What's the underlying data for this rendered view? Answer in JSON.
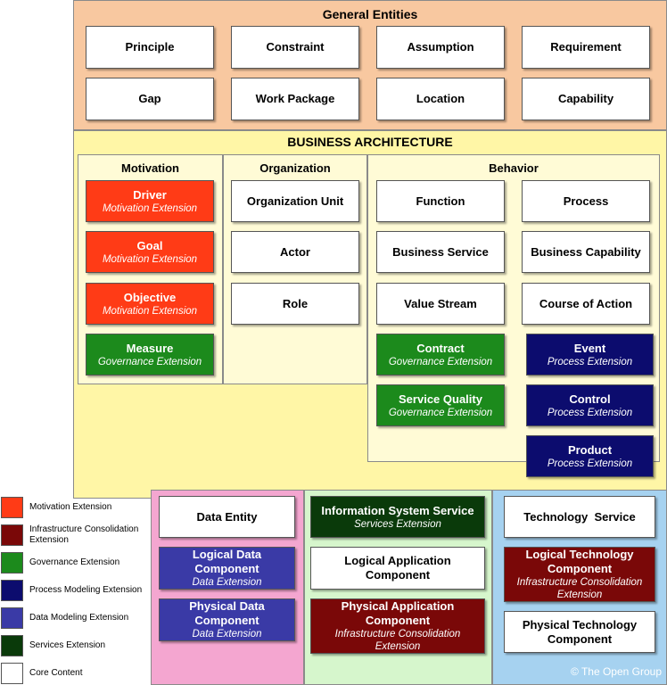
{
  "general": {
    "title": "General Entities",
    "items": [
      "Principle",
      "Constraint",
      "Assumption",
      "Requirement",
      "Gap",
      "Work Package",
      "Location",
      "Capability"
    ]
  },
  "business": {
    "title": "BUSINESS ARCHITECTURE",
    "motivation": {
      "title": "Motivation",
      "items": [
        {
          "label": "Driver",
          "ext": "Motivation Extension"
        },
        {
          "label": "Goal",
          "ext": "Motivation Extension"
        },
        {
          "label": "Objective",
          "ext": "Motivation Extension"
        },
        {
          "label": "Measure",
          "ext": "Governance Extension"
        }
      ]
    },
    "organization": {
      "title": "Organization",
      "items": [
        "Organization Unit",
        "Actor",
        "Role"
      ]
    },
    "behavior": {
      "title": "Behavior",
      "items": [
        "Function",
        "Process",
        "Business Service",
        "Business Capability",
        "Value Stream",
        "Course of Action"
      ],
      "ext_items": [
        {
          "label": "Contract",
          "ext": "Governance Extension"
        },
        {
          "label": "Event",
          "ext": "Process Extension"
        },
        {
          "label": "Service Quality",
          "ext": "Governance Extension"
        },
        {
          "label": "Control",
          "ext": "Process Extension"
        },
        {
          "label": "Product",
          "ext": "Process Extension"
        }
      ]
    }
  },
  "data_arch": {
    "items": [
      {
        "label": "Data Entity",
        "ext": ""
      },
      {
        "label": "Logical Data Component",
        "ext": "Data Extension"
      },
      {
        "label": "Physical Data Component",
        "ext": "Data Extension"
      }
    ]
  },
  "app_arch": {
    "items": [
      {
        "label": "Information System Service",
        "ext": "Services Extension"
      },
      {
        "label": "Logical Application Component",
        "ext": ""
      },
      {
        "label": "Physical Application Component",
        "ext": "Infrastructure Consolidation Extension"
      }
    ]
  },
  "tech_arch": {
    "items": [
      {
        "label": "Technology  Service",
        "ext": ""
      },
      {
        "label": "Logical Technology Component",
        "ext": "Infrastructure Consolidation Extension"
      },
      {
        "label": "Physical Technology Component",
        "ext": ""
      }
    ]
  },
  "legend": [
    {
      "label": "Motivation Extension",
      "color": "#ff3b16"
    },
    {
      "label": "Infrastructure Consolidation Extension",
      "color": "#7a0808"
    },
    {
      "label": "Governance Extension",
      "color": "#1c8a1c"
    },
    {
      "label": "Process Modeling Extension",
      "color": "#0c0c6e"
    },
    {
      "label": "Data Modeling Extension",
      "color": "#3a3aa6"
    },
    {
      "label": "Services Extension",
      "color": "#0a3a0a"
    },
    {
      "label": "Core Content",
      "color": "#ffffff"
    }
  ],
  "copyright": "© The Open Group",
  "colors": {
    "general_bg": "#f8c8a0",
    "business_bg": "#fff6a6",
    "subsection_bg": "#fffbd6",
    "data_bg": "#f4a6d0",
    "app_bg": "#d6f6cc",
    "tech_bg": "#a6d2f0"
  }
}
